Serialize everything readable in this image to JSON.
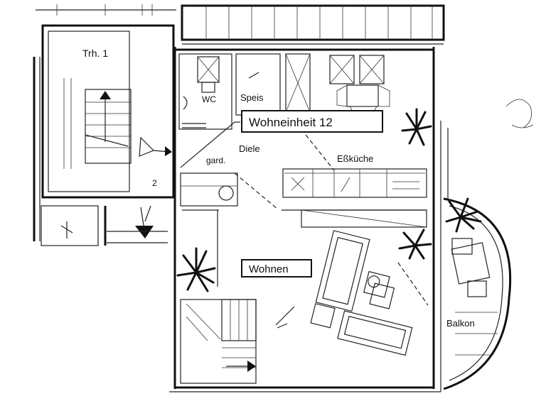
{
  "plan": {
    "unit_title": "Wohneinheit 12",
    "rooms": {
      "stair_hall": "Trh. 1",
      "wc": "WC",
      "pantry": "Speis",
      "wardrobe": "gard.",
      "hall": "Diele",
      "kitchen": "Eßküche",
      "living": "Wohnen",
      "balcony": "Balkon"
    },
    "colors": {
      "ink": "#111111",
      "paper": "#ffffff"
    }
  }
}
